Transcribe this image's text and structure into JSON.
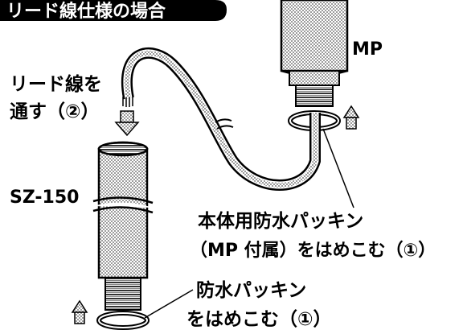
{
  "title": "リード線仕様の場合",
  "labels": {
    "mp": "MP",
    "lead_line_1": "リード線を",
    "lead_line_2": "通す（②）",
    "sz150": "SZ-150",
    "packing_main_1": "本体用防水パッキン",
    "packing_main_2": "（MP 付属）をはめこむ（①）",
    "packing_small_1": "防水パッキン",
    "packing_small_2": "をはめこむ（①）"
  },
  "colors": {
    "ink": "#000000",
    "paper": "#ffffff",
    "stipple": "#7a7a7a"
  },
  "icons": [
    "down-arrow-icon",
    "up-arrow-icon",
    "break-mark-icon",
    "o-ring-icon"
  ]
}
